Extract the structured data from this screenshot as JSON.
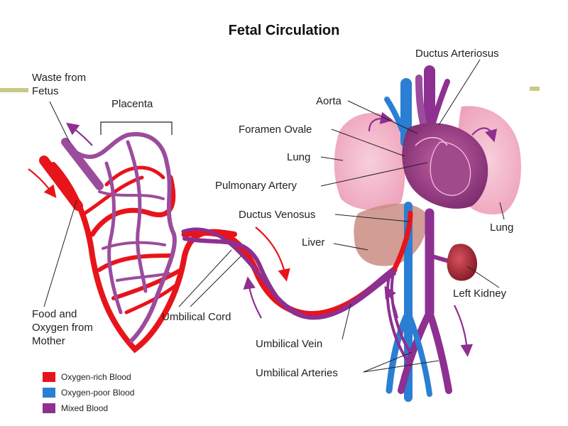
{
  "title": "Fetal Circulation",
  "labels": {
    "waste_from_fetus": "Waste from\nFetus",
    "placenta": "Placenta",
    "food_and_oxygen": "Food and\nOxygen from\nMother",
    "umbilical_cord": "Umbilical Cord",
    "ductus_arteriosus": "Ductus Arteriosus",
    "aorta": "Aorta",
    "foramen_ovale": "Foramen Ovale",
    "lung_left": "Lung",
    "pulmonary_artery": "Pulmonary Artery",
    "ductus_venosus": "Ductus Venosus",
    "liver": "Liver",
    "lung_right": "Lung",
    "left_kidney": "Left Kidney",
    "umbilical_vein": "Umbilical Vein",
    "umbilical_arteries": "Umbilical Arteries"
  },
  "legend": [
    {
      "label": "Oxygen-rich Blood",
      "color": "#e8141b"
    },
    {
      "label": "Oxygen-poor Blood",
      "color": "#2a7fd4"
    },
    {
      "label": "Mixed Blood",
      "color": "#8e2f92"
    }
  ],
  "colors": {
    "oxygen_rich": "#e8141b",
    "oxygen_poor": "#2a7fd4",
    "mixed": "#8e2f92",
    "lung": "#f2b7c8",
    "liver": "#c98c82",
    "kidney": "#b32b3a",
    "heart": "#b0508a",
    "arrow": "#8e2f92",
    "arrow_red": "#e8141b",
    "rule": "#c9c98a"
  }
}
